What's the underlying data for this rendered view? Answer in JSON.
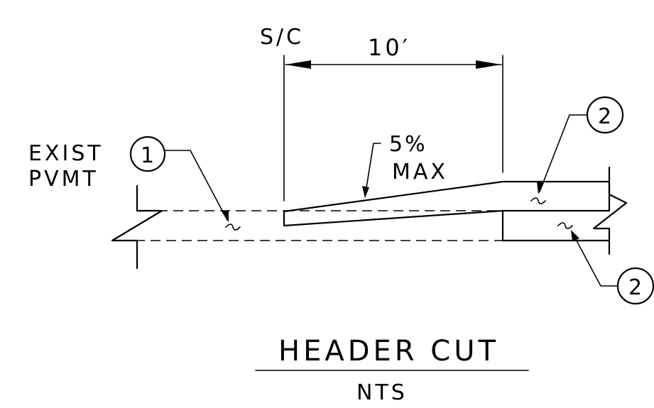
{
  "labels": {
    "sc": "S/C",
    "dimension": "10′",
    "exist_line1": "EXIST",
    "exist_line2": "PVMT",
    "slope_line1": "5%",
    "slope_line2": "MAX",
    "title": "HEADER CUT",
    "scale": "NTS"
  },
  "callouts": {
    "one": "1",
    "two_top": "2",
    "two_bottom": "2"
  }
}
